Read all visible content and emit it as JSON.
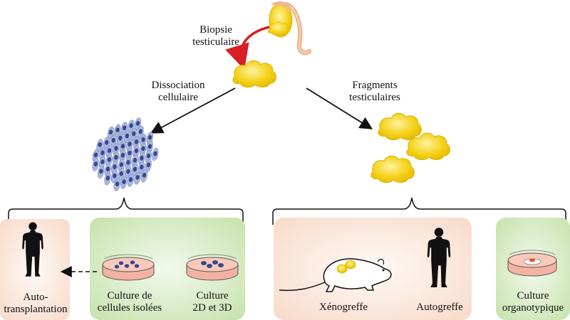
{
  "labels": {
    "biopsy_line1": "Biopsie",
    "biopsy_line2": "testiculaire",
    "dissociation_line1": "Dissociation",
    "dissociation_line2": "cellulaire",
    "fragments_line1": "Fragments",
    "fragments_line2": "testiculaires",
    "auto_line1": "Auto-",
    "auto_line2": "transplantation",
    "isolated_line1": "Culture de",
    "isolated_line2": "cellules isolées",
    "culture2d3d_line1": "Culture",
    "culture2d3d_line2": "2D et 3D",
    "xeno": "Xénogreffe",
    "autograft": "Autogreffe",
    "organo_line1": "Culture",
    "organo_line2": "organotypique"
  },
  "colors": {
    "tissue_yellow": "#f5d21c",
    "tissue_outline": "#c9a900",
    "cell_blue": "#9aa9d6",
    "nucleus_blue": "#3b4f9b",
    "red_arrow": "#d61f26",
    "panel_pink": "#fbe3d6",
    "panel_green": "#d7ebc4",
    "dish_pink": "#f6b8a8",
    "silhouette": "#111111"
  },
  "icons": [
    "testis-icon",
    "biopsy-arrow-icon",
    "cell-cluster-icon",
    "tissue-fragment-icon",
    "human-silhouette-icon",
    "petri-dish-icon",
    "rat-icon"
  ]
}
